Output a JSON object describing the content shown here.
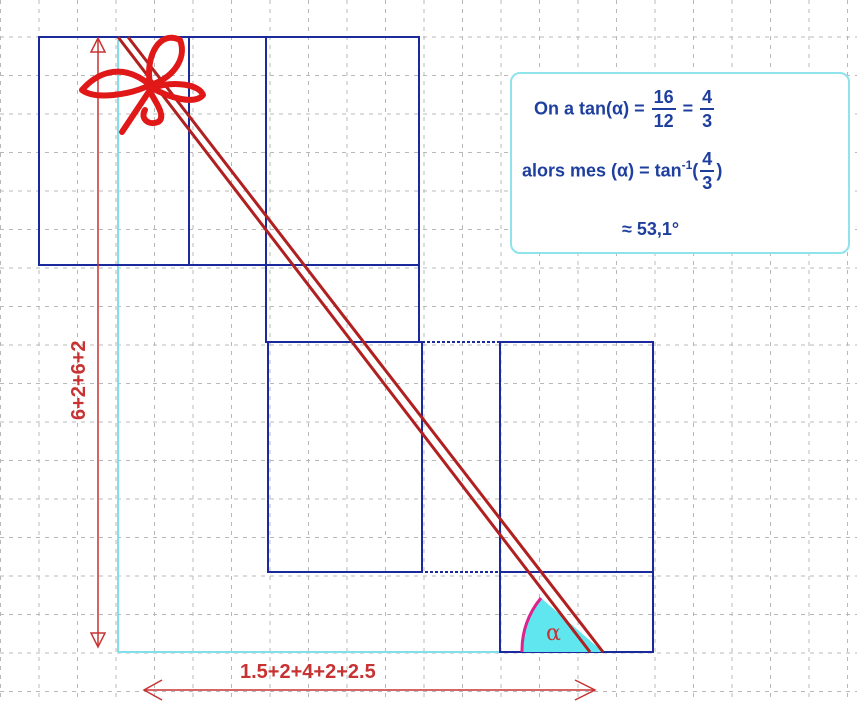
{
  "labels": {
    "vertical_sum": "6+2+6+2",
    "horizontal_sum": "1.5+2+4+2+2.5",
    "angle": "α"
  },
  "formula": {
    "line1_prefix": "On a tan(α) =",
    "frac1_num": "16",
    "frac1_den": "12",
    "eq": "=",
    "frac2_num": "4",
    "frac2_den": "3",
    "line2_prefix": "alors  mes (α) = tan",
    "line2_sup": "-1",
    "paren_open": "(",
    "frac3_num": "4",
    "frac3_den": "3",
    "paren_close": ")",
    "line3": "≈ 53,1°"
  },
  "colors": {
    "grid": "#b8b8b8",
    "rect": "#1a2a9c",
    "diagonal": "#b02020",
    "dimension": "#c83232",
    "label": "#c83232",
    "cyan": "#7fe0ea",
    "angle_fill": "#5fe6ee",
    "angle_arc": "#e0208c",
    "bow": "#e01818",
    "text": "#1f3f9e"
  }
}
